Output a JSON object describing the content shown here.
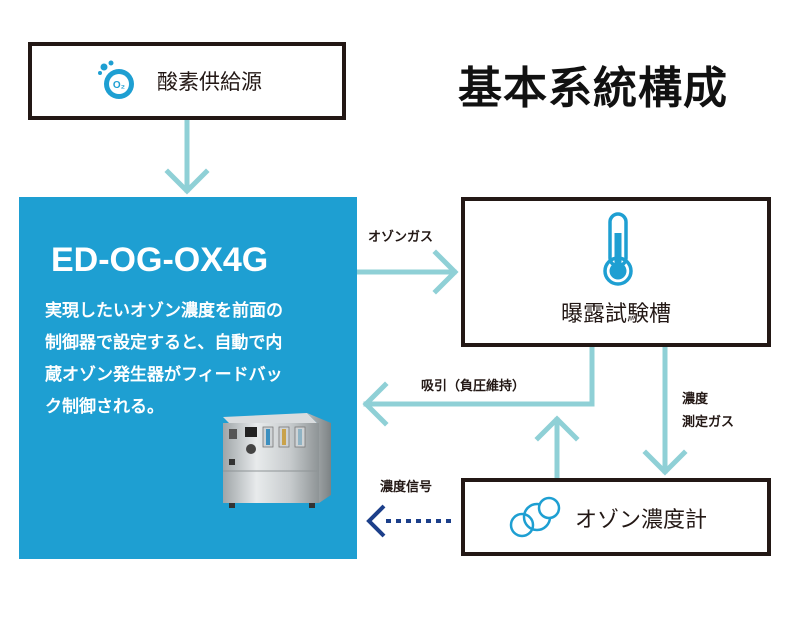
{
  "title": "基本系統構成",
  "oxygen_source": {
    "label": "酸素供給源",
    "icon_text": "O₂"
  },
  "generator": {
    "model": "ED-OG-OX4G",
    "description": [
      "実現したいオゾン濃度を前面の",
      "制御器で設定すると、自動で内",
      "蔵オゾン発生器がフィードバッ",
      "ク制御される。"
    ]
  },
  "chamber": {
    "label": "曝露試験槽"
  },
  "meter": {
    "label": "オゾン濃度計"
  },
  "flows": {
    "ozone_gas": "オゾンガス",
    "suction": "吸引（負圧維持）",
    "measure_gas_line1": "濃度",
    "measure_gas_line2": "測定ガス",
    "concentration_signal": "濃度信号"
  },
  "colors": {
    "arrow": "#8fd0d6",
    "panel": "#1e9fd2",
    "signal": "#1c3f8a",
    "frame": "#231815"
  }
}
